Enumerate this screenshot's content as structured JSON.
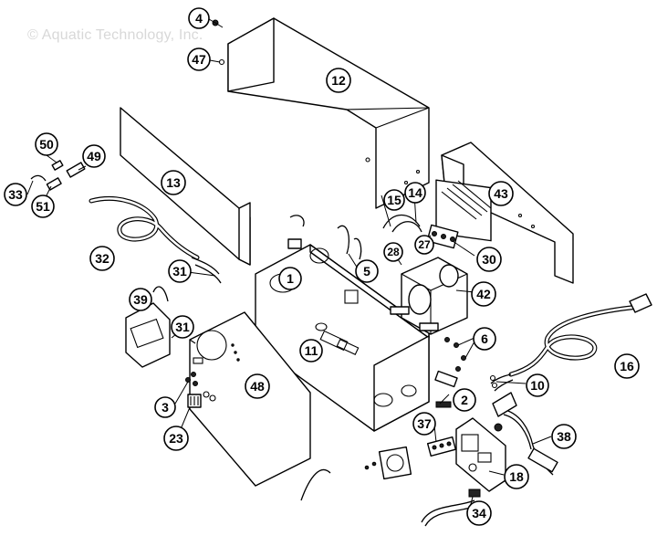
{
  "watermark": "© Aquatic Technology, Inc.",
  "callouts": [
    {
      "id": "c4",
      "label": "4"
    },
    {
      "id": "c47",
      "label": "47"
    },
    {
      "id": "c12",
      "label": "12"
    },
    {
      "id": "c13",
      "label": "13"
    },
    {
      "id": "c50",
      "label": "50"
    },
    {
      "id": "c49",
      "label": "49"
    },
    {
      "id": "c33",
      "label": "33"
    },
    {
      "id": "c51",
      "label": "51"
    },
    {
      "id": "c32",
      "label": "32"
    },
    {
      "id": "c43",
      "label": "43"
    },
    {
      "id": "c15",
      "label": "15"
    },
    {
      "id": "c14",
      "label": "14"
    },
    {
      "id": "c27",
      "label": "27"
    },
    {
      "id": "c28",
      "label": "28"
    },
    {
      "id": "c30",
      "label": "30"
    },
    {
      "id": "c5",
      "label": "5"
    },
    {
      "id": "c1",
      "label": "1"
    },
    {
      "id": "c31a",
      "label": "31"
    },
    {
      "id": "c42",
      "label": "42"
    },
    {
      "id": "c39",
      "label": "39"
    },
    {
      "id": "c31b",
      "label": "31"
    },
    {
      "id": "c11",
      "label": "11"
    },
    {
      "id": "c6",
      "label": "6"
    },
    {
      "id": "c16",
      "label": "16"
    },
    {
      "id": "c10",
      "label": "10"
    },
    {
      "id": "c48",
      "label": "48"
    },
    {
      "id": "c3",
      "label": "3"
    },
    {
      "id": "c2",
      "label": "2"
    },
    {
      "id": "c23",
      "label": "23"
    },
    {
      "id": "c37",
      "label": "37"
    },
    {
      "id": "c38",
      "label": "38"
    },
    {
      "id": "c18",
      "label": "18"
    },
    {
      "id": "c34",
      "label": "34"
    }
  ]
}
